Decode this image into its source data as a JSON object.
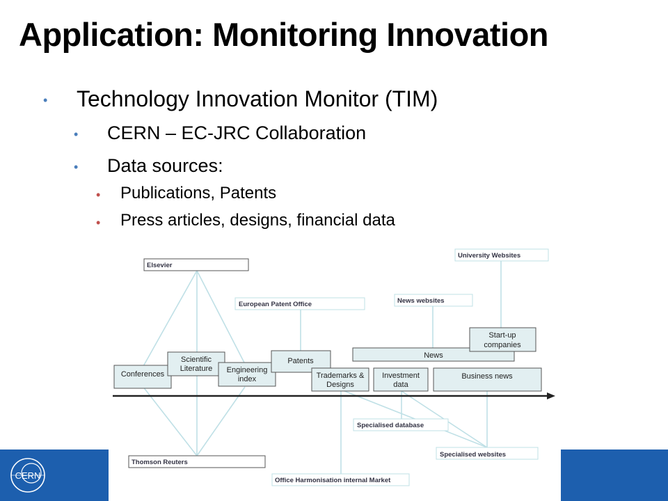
{
  "slide": {
    "title": "Application: Monitoring Innovation",
    "bullets": [
      {
        "level": 1,
        "text": "Technology Innovation Monitor (TIM)"
      },
      {
        "level": 2,
        "text": "CERN – EC-JRC Collaboration"
      },
      {
        "level": 2,
        "text": "Data sources:"
      },
      {
        "level": 3,
        "text": "Publications, Patents"
      },
      {
        "level": 3,
        "text": "Press articles, designs, financial data"
      }
    ],
    "logo_text": "CERN"
  },
  "diagram": {
    "top_sources": {
      "elsevier": "Elsevier",
      "epo": "European Patent Office",
      "news_websites": "News websites",
      "university_websites": "University Websites"
    },
    "timeline": {
      "conferences": "Conferences",
      "sci_lit_1": "Scientific",
      "sci_lit_2": "Literature",
      "eng_1": "Engineering",
      "eng_2": "index",
      "patents": "Patents",
      "tm_1": "Trademarks &",
      "tm_2": "Designs",
      "inv_1": "Investment",
      "inv_2": "data",
      "news": "News",
      "startup_1": "Start-up",
      "startup_2": "companies",
      "business_news": "Business news"
    },
    "bottom_sources": {
      "specialised_database": "Specialised database",
      "specialised_websites": "Specialised websites",
      "thomson_reuters": "Thomson Reuters",
      "ohim": "Office Harmonisation internal Market"
    },
    "colors": {
      "box_fill": "#e2eff1",
      "line": "#bfe0e6",
      "stroke": "#555555",
      "footer": "#1d5fae"
    }
  }
}
